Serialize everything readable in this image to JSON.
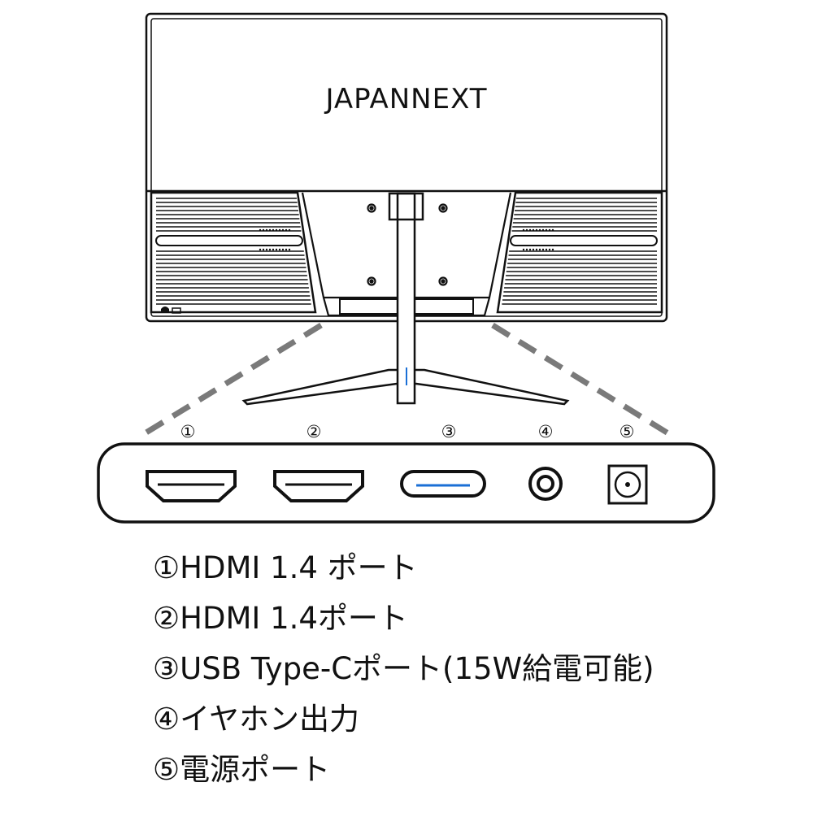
{
  "monitor": {
    "brand": "JAPANNEXT"
  },
  "ports": [
    {
      "marker": "①",
      "icon": "hdmi-port-icon"
    },
    {
      "marker": "②",
      "icon": "hdmi-port-icon"
    },
    {
      "marker": "③",
      "icon": "usb-c-port-icon"
    },
    {
      "marker": "④",
      "icon": "audio-jack-icon"
    },
    {
      "marker": "⑤",
      "icon": "dc-power-port-icon"
    }
  ],
  "legend": [
    "①HDMI 1.4 ポート",
    "②HDMI 1.4ポート",
    "③USB Type-Cポート(15W給電可能)",
    "④イヤホン出力",
    "⑤電源ポート"
  ],
  "colors": {
    "line": "#111111",
    "dash": "#7a7a7a",
    "accent": "#1a6fd6"
  }
}
